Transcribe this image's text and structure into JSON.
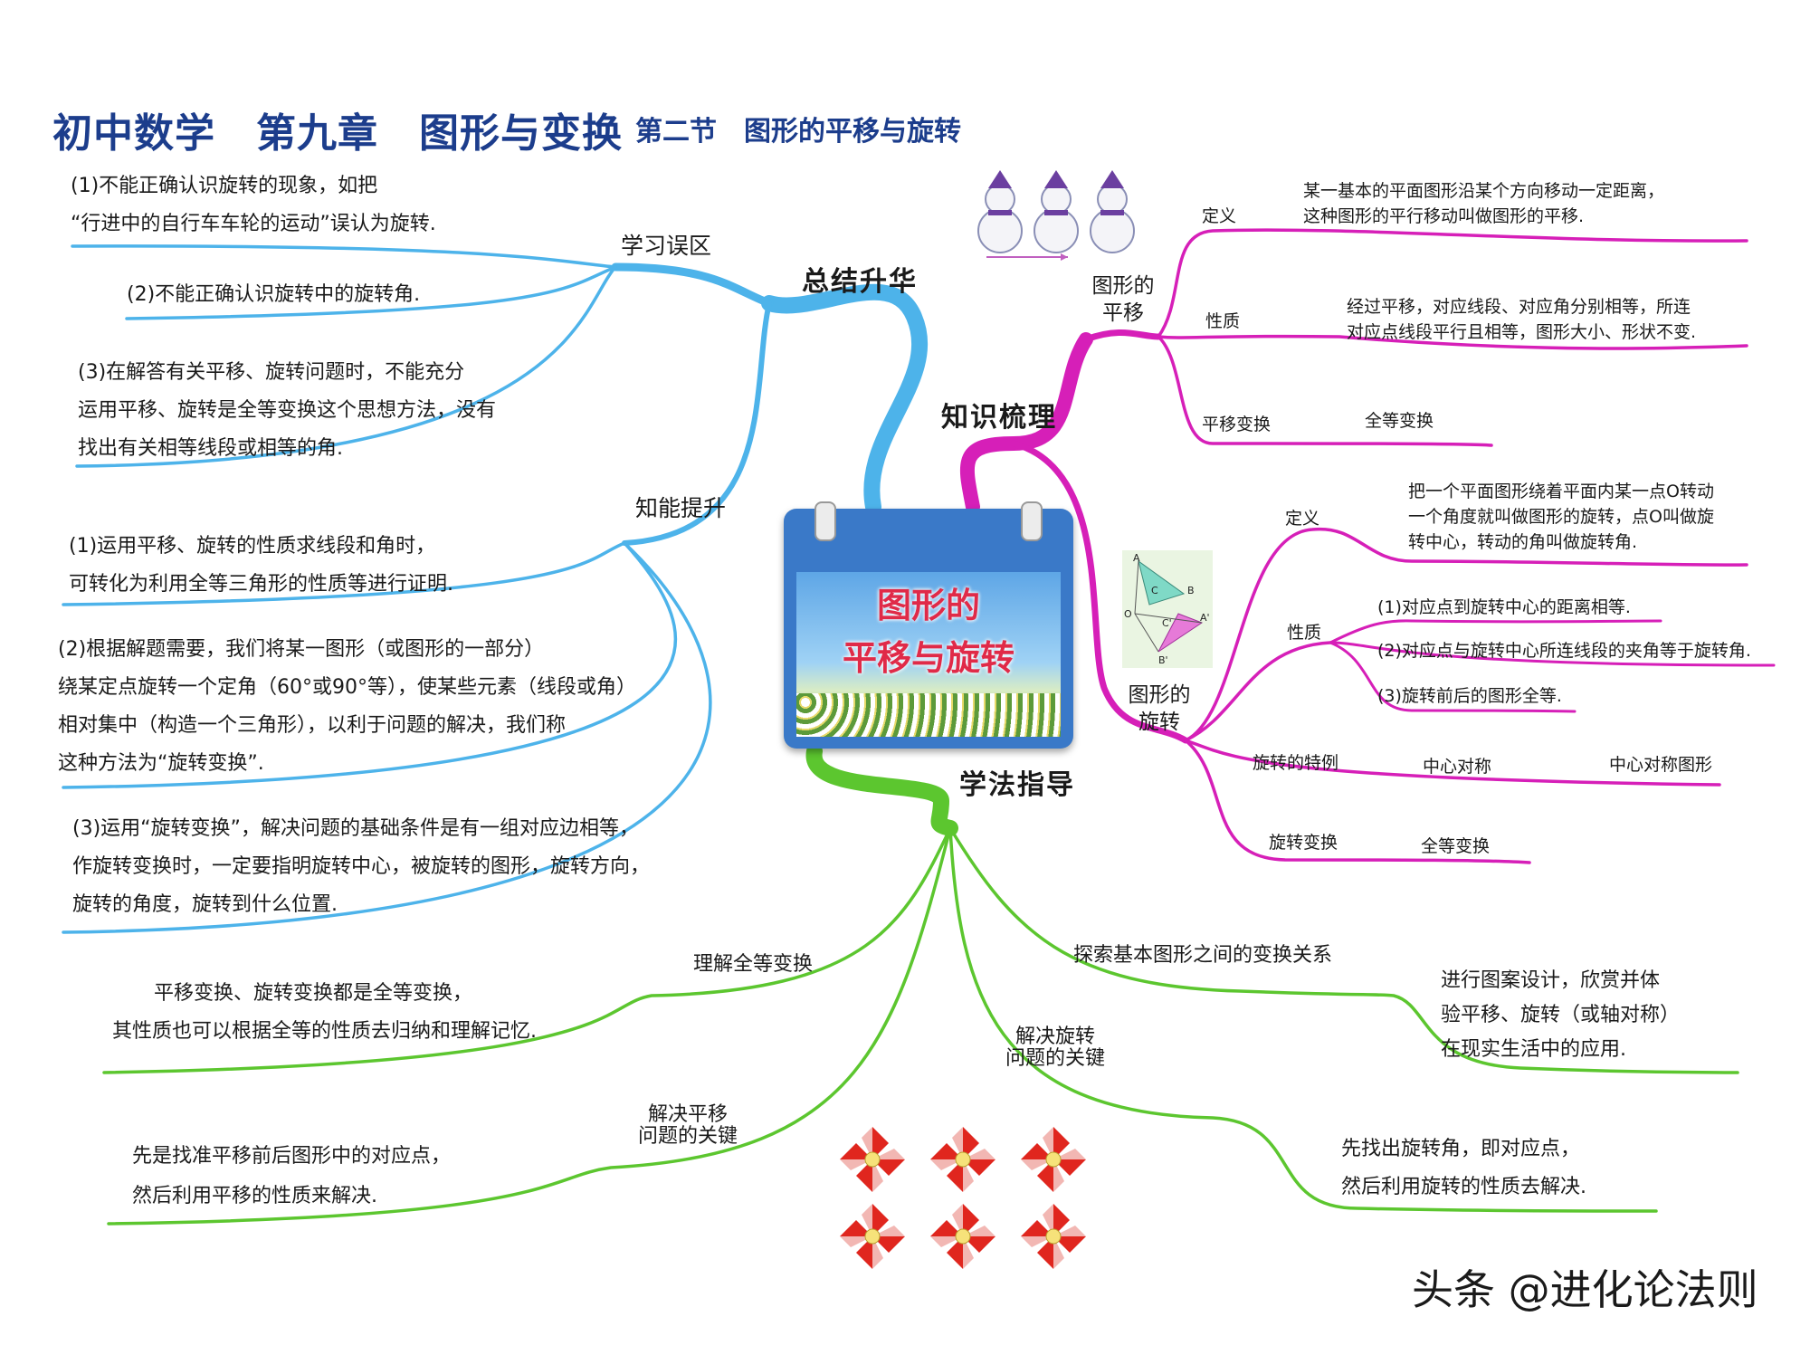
{
  "title": {
    "main": "初中数学　第九章　图形与变换",
    "sub": "第二节　图形的平移与旋转"
  },
  "center": {
    "line1": "图形的",
    "line2": "平移与旋转"
  },
  "branches": {
    "summary": "总结升华",
    "knowledge": "知识梳理",
    "method": "学法指导"
  },
  "mistakes": {
    "label": "学习误区",
    "items": [
      [
        "(1)不能正确认识旋转的现象，如把",
        "“行进中的自行车车轮的运动”误认为旋转."
      ],
      [
        "(2)不能正确认识旋转中的旋转角."
      ],
      [
        "(3)在解答有关平移、旋转问题时，不能充分",
        "运用平移、旋转是全等变换这个思想方法，没有",
        "找出有关相等线段或相等的角."
      ]
    ]
  },
  "ability": {
    "label": "知能提升",
    "items": [
      [
        "(1)运用平移、旋转的性质求线段和角时，",
        "可转化为利用全等三角形的性质等进行证明."
      ],
      [
        "(2)根据解题需要，我们将某一图形（或图形的一部分）",
        "绕某定点旋转一个定角（60°或90°等），使某些元素（线段或角）",
        "相对集中（构造一个三角形），以利于问题的解决，我们称",
        "这种方法为“旋转变换”."
      ],
      [
        "(3)运用“旋转变换”，解决问题的基础条件是有一组对应边相等，",
        "作旋转变换时，一定要指明旋转中心，被旋转的图形，旋转方向，",
        "旋转的角度，旋转到什么位置."
      ]
    ]
  },
  "translation": {
    "label_line1": "图形的",
    "label_line2": "平移",
    "definition_label": "定义",
    "definition_text": [
      "某一基本的平面图形沿某个方向移动一定距离，",
      "这种图形的平行移动叫做图形的平移."
    ],
    "property_label": "性质",
    "property_text": [
      "经过平移，对应线段、对应角分别相等，所连",
      "对应点线段平行且相等，图形大小、形状不变."
    ],
    "transform_label": "平移变换",
    "transform_value": "全等变换"
  },
  "rotation": {
    "label_line1": "图形的",
    "label_line2": "旋转",
    "definition_label": "定义",
    "definition_text": [
      "把一个平面图形绕着平面内某一点O转动",
      "一个角度就叫做图形的旋转，点O叫做旋",
      "转中心，转动的角叫做旋转角."
    ],
    "property_label": "性质",
    "properties": [
      "(1)对应点到旋转中心的距离相等.",
      "(2)对应点与旋转中心所连线段的夹角等于旋转角.",
      "(3)旋转前后的图形全等."
    ],
    "special_label": "旋转的特例",
    "special_value": "中心对称",
    "special_value2": "中心对称图形",
    "transform_label": "旋转变换",
    "transform_value": "全等变换",
    "figure_labels": [
      "A",
      "C",
      "B",
      "O",
      "C'",
      "A'",
      "B'"
    ]
  },
  "guidance": {
    "congruence_label": "理解全等变换",
    "congruence_text": [
      "平移变换、旋转变换都是全等变换，",
      "其性质也可以根据全等的性质去归纳和理解记忆."
    ],
    "translate_key_label": [
      "解决平移",
      "问题的关键"
    ],
    "translate_key_text": [
      "先是找准平移前后图形中的对应点，",
      "然后利用平移的性质来解决."
    ],
    "explore_label": "探索基本图形之间的变换关系",
    "explore_text": [
      "进行图案设计，欣赏并体",
      "验平移、旋转（或轴对称）",
      "在现实生活中的应用."
    ],
    "rotate_key_label": [
      "解决旋转",
      "问题的关键"
    ],
    "rotate_key_text": [
      "先找出旋转角，即对应点，",
      "然后利用旋转的性质去解决."
    ]
  },
  "watermark": "头条 @进化论法则",
  "colors": {
    "title": "#1c3d8c",
    "blue_branch": "#4db3ea",
    "magenta_branch": "#d61fb8",
    "green_branch": "#5cc62f",
    "pinwheel_red": "#e0261e"
  }
}
